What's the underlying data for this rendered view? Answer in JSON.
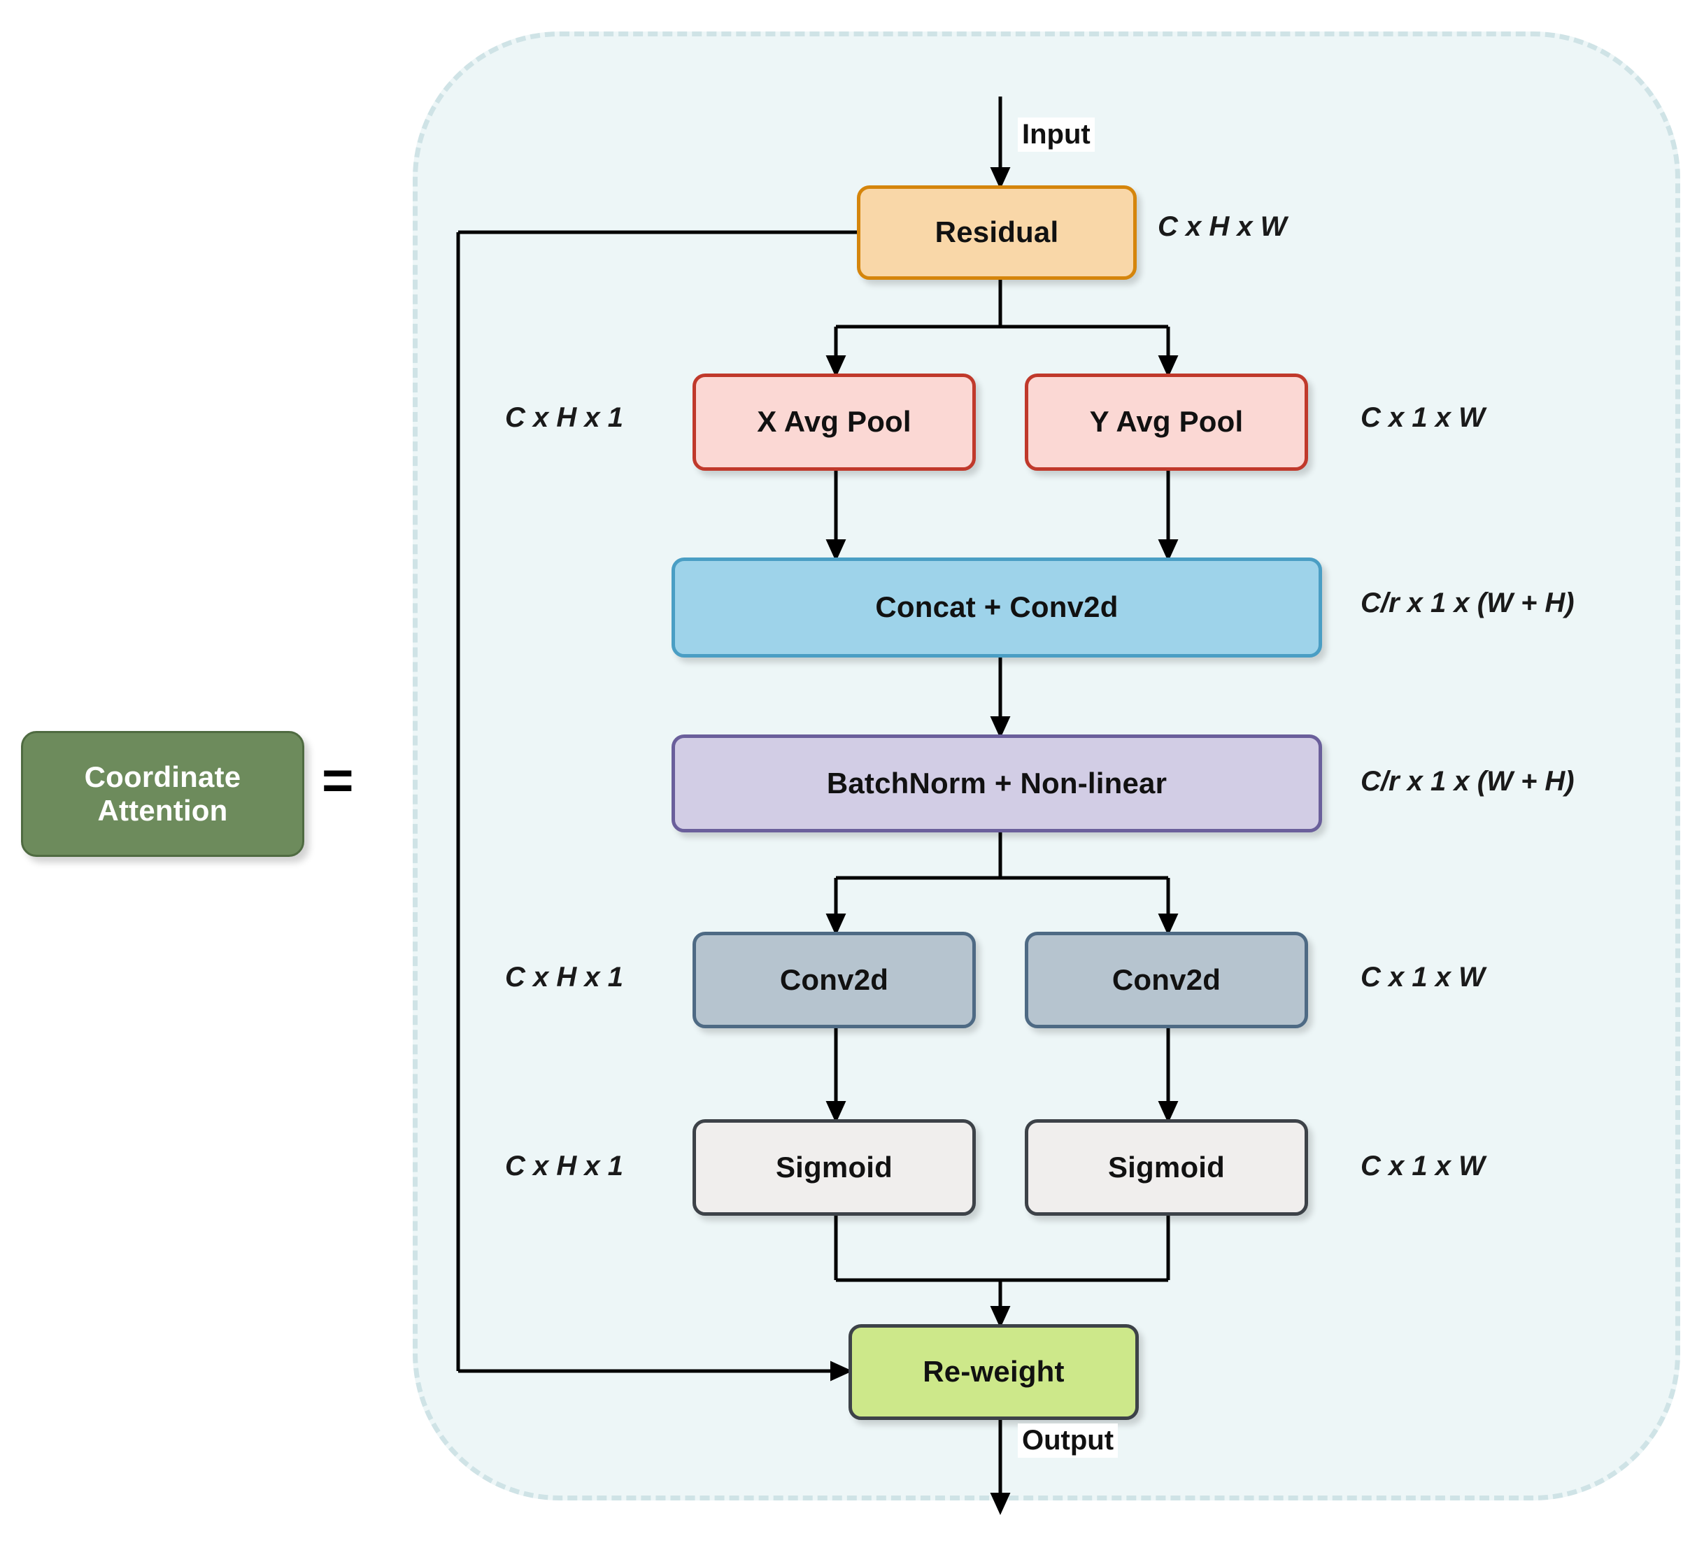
{
  "diagram": {
    "title": "Coordinate Attention module block diagram",
    "equals_symbol": "=",
    "module": {
      "label": "Coordinate\nAttention",
      "label_line1": "Coordinate",
      "label_line2": "Attention",
      "color": "#6d8b5c"
    },
    "flow_labels": {
      "input": "Input",
      "output": "Output"
    },
    "nodes": [
      {
        "id": "residual",
        "label": "Residual",
        "color": "#f9d7a8",
        "border": "#d5850c"
      },
      {
        "id": "x-avg-pool",
        "label": "X Avg Pool",
        "color": "#fbd8d4",
        "border": "#c0392b"
      },
      {
        "id": "y-avg-pool",
        "label": "Y Avg Pool",
        "color": "#fbd8d4",
        "border": "#c0392b"
      },
      {
        "id": "concat",
        "label": "Concat + Conv2d",
        "color": "#9ed3ea",
        "border": "#4a9ec4"
      },
      {
        "id": "batchnorm",
        "label": "BatchNorm + Non-linear",
        "color": "#d2cde5",
        "border": "#6a5f9b"
      },
      {
        "id": "conv-left",
        "label": "Conv2d",
        "color": "#b6c4cf",
        "border": "#4e6a84"
      },
      {
        "id": "conv-right",
        "label": "Conv2d",
        "color": "#b6c4cf",
        "border": "#4e6a84"
      },
      {
        "id": "sigmoid-left",
        "label": "Sigmoid",
        "color": "#f0eeed",
        "border": "#3d4248"
      },
      {
        "id": "sigmoid-right",
        "label": "Sigmoid",
        "color": "#f0eeed",
        "border": "#3d4248"
      },
      {
        "id": "reweight",
        "label": "Re-weight",
        "color": "#cde88a",
        "border": "#3d4248"
      }
    ],
    "tensor_shapes": {
      "residual_right": "C x H x W",
      "x_avg_pool_left": "C x H x 1",
      "y_avg_pool_right": "C x 1 x W",
      "concat_right": "C/r x 1 x (W + H)",
      "batchnorm_right": "C/r x 1 x (W + H)",
      "conv_left": "C x H x 1",
      "conv_right": "C x 1 x W",
      "sigmoid_left": "C x H x 1",
      "sigmoid_right": "C x 1 x W"
    },
    "panel": {
      "background": "#edf6f7",
      "border_color": "#cfe3e6",
      "border_style": "dashed"
    }
  }
}
